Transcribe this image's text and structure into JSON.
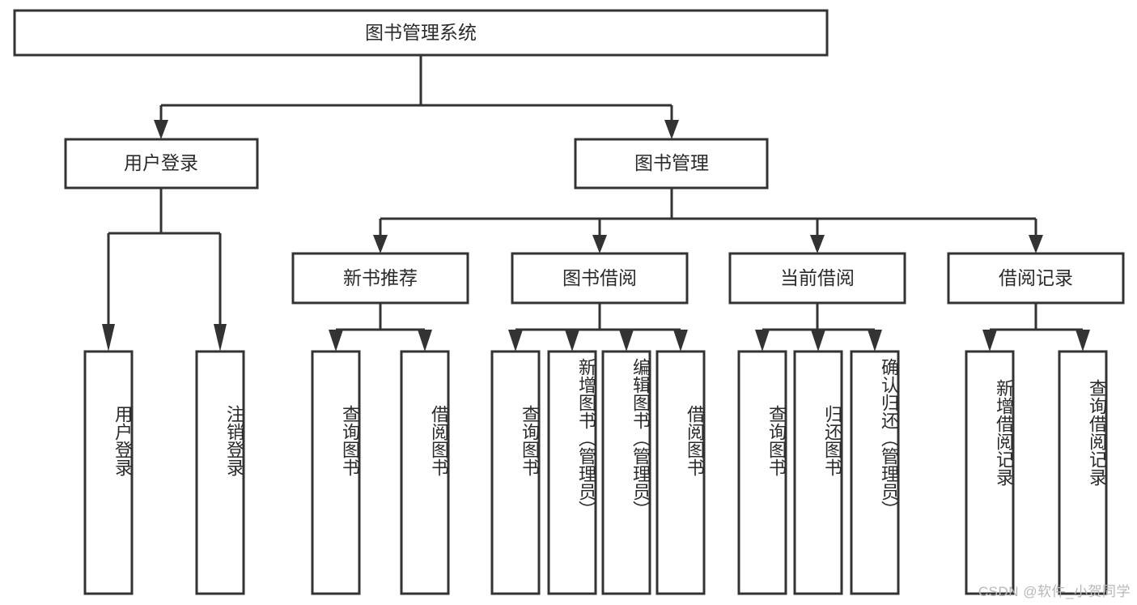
{
  "diagram": {
    "type": "tree-flowchart",
    "title": "图书管理系统",
    "watermark": "CSDN @软件_小贺同学",
    "colors": {
      "box_fill": "#ffffff",
      "box_stroke": "#333333",
      "text": "#2b2b2b",
      "background": "#ffffff",
      "watermark": "#b8b8b8"
    },
    "root": {
      "label": "图书管理系统"
    },
    "level2": [
      {
        "label": "用户登录"
      },
      {
        "label": "图书管理"
      }
    ],
    "level3": [
      {
        "label": "新书推荐"
      },
      {
        "label": "图书借阅"
      },
      {
        "label": "当前借阅"
      },
      {
        "label": "借阅记录"
      }
    ],
    "leaves": {
      "user_login": [
        {
          "label": "用户登录"
        },
        {
          "label": "注销登录"
        }
      ],
      "new_book_recommend": [
        {
          "label": "查询图书"
        },
        {
          "label": "借阅图书"
        }
      ],
      "book_borrow": [
        {
          "label": "查询图书"
        },
        {
          "label": "新增图书（管理员）"
        },
        {
          "label": "编辑图书（管理员）"
        },
        {
          "label": "借阅图书"
        }
      ],
      "current_borrow": [
        {
          "label": "查询图书"
        },
        {
          "label": "归还图书"
        },
        {
          "label": "确认归还（管理员）"
        }
      ],
      "borrow_record": [
        {
          "label": "新增借阅记录"
        },
        {
          "label": "查询借阅记录"
        }
      ]
    }
  }
}
